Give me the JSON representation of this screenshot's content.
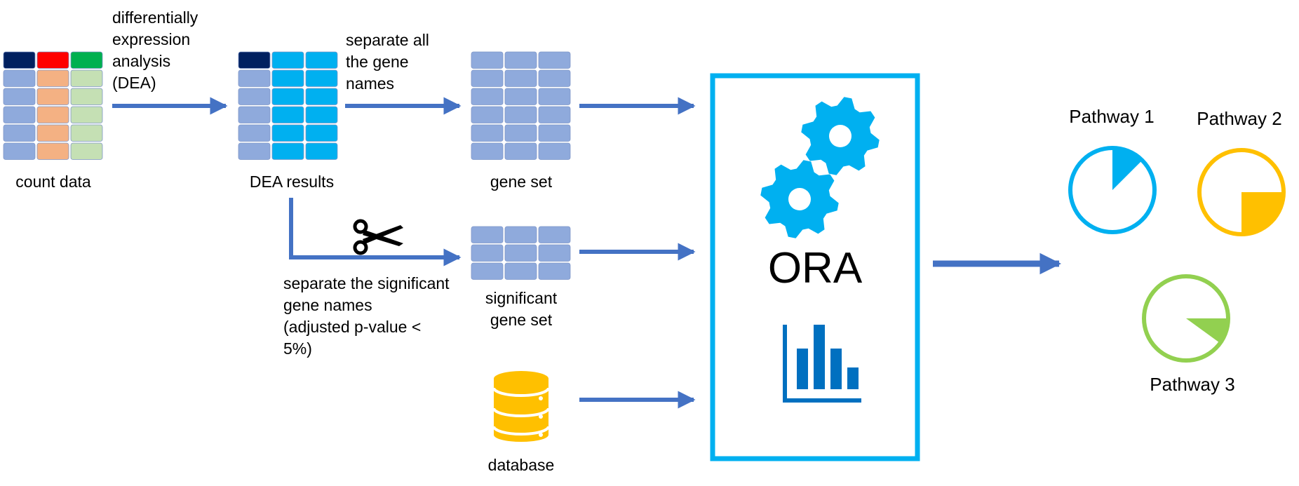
{
  "labels": {
    "count_data": "count data",
    "dea_step": "differentially\nexpression\nanalysis\n(DEA)",
    "dea_results": "DEA results",
    "separate_all": "separate all\nthe gene\nnames",
    "gene_set": "gene set",
    "separate_significant": "separate the significant\ngene names\n(adjusted p-value <\n5%)",
    "significant_gene_set": "significant\ngene set",
    "database": "database",
    "ora": "ORA"
  },
  "pathways": [
    {
      "label": "Pathway 1",
      "fraction": 0.125,
      "color": "#00b0f0"
    },
    {
      "label": "Pathway 2",
      "fraction": 0.25,
      "color": "#ffc000"
    },
    {
      "label": "Pathway 3",
      "fraction": 0.1,
      "color": "#92d050"
    }
  ],
  "colors": {
    "arrow": "#4472c4",
    "table_cell": "#8faadc",
    "count_header": [
      "#002060",
      "#ff0000",
      "#00b050"
    ],
    "count_col2": "#f4b183",
    "count_col3": "#c5e0b4",
    "dea_header_first": "#002060",
    "dea_cell": "#00b0f0",
    "ora_box": "#00b0f0",
    "gear": "#00b0f0",
    "bars": "#0070c0",
    "database": "#ffc000"
  },
  "icons": [
    "scissors-icon",
    "gear-icon",
    "bar-chart-icon",
    "database-icon"
  ]
}
